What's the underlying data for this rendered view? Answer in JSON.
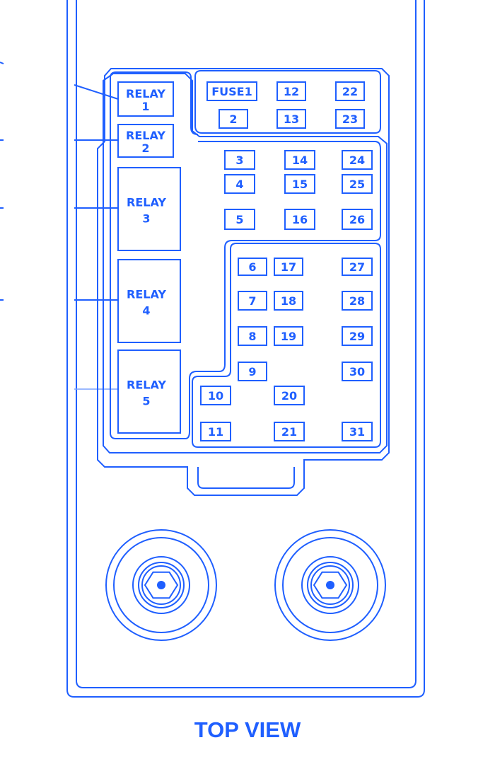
{
  "title": "TOP VIEW",
  "color": "#1f5fff",
  "relays": [
    {
      "label": "RELAY",
      "num": "1"
    },
    {
      "label": "RELAY",
      "num": "2"
    },
    {
      "label": "RELAY",
      "num": "3"
    },
    {
      "label": "RELAY",
      "num": "4"
    },
    {
      "label": "RELAY",
      "num": "5"
    }
  ],
  "fuses": [
    "FUSE1",
    "12",
    "22",
    "2",
    "13",
    "23",
    "3",
    "14",
    "24",
    "4",
    "15",
    "25",
    "5",
    "16",
    "26",
    "6",
    "17",
    "27",
    "7",
    "18",
    "28",
    "8",
    "19",
    "29",
    "9",
    "30",
    "10",
    "20",
    "11",
    "21",
    "31"
  ],
  "mounting_bolts": [
    "left-bolt",
    "right-bolt"
  ]
}
